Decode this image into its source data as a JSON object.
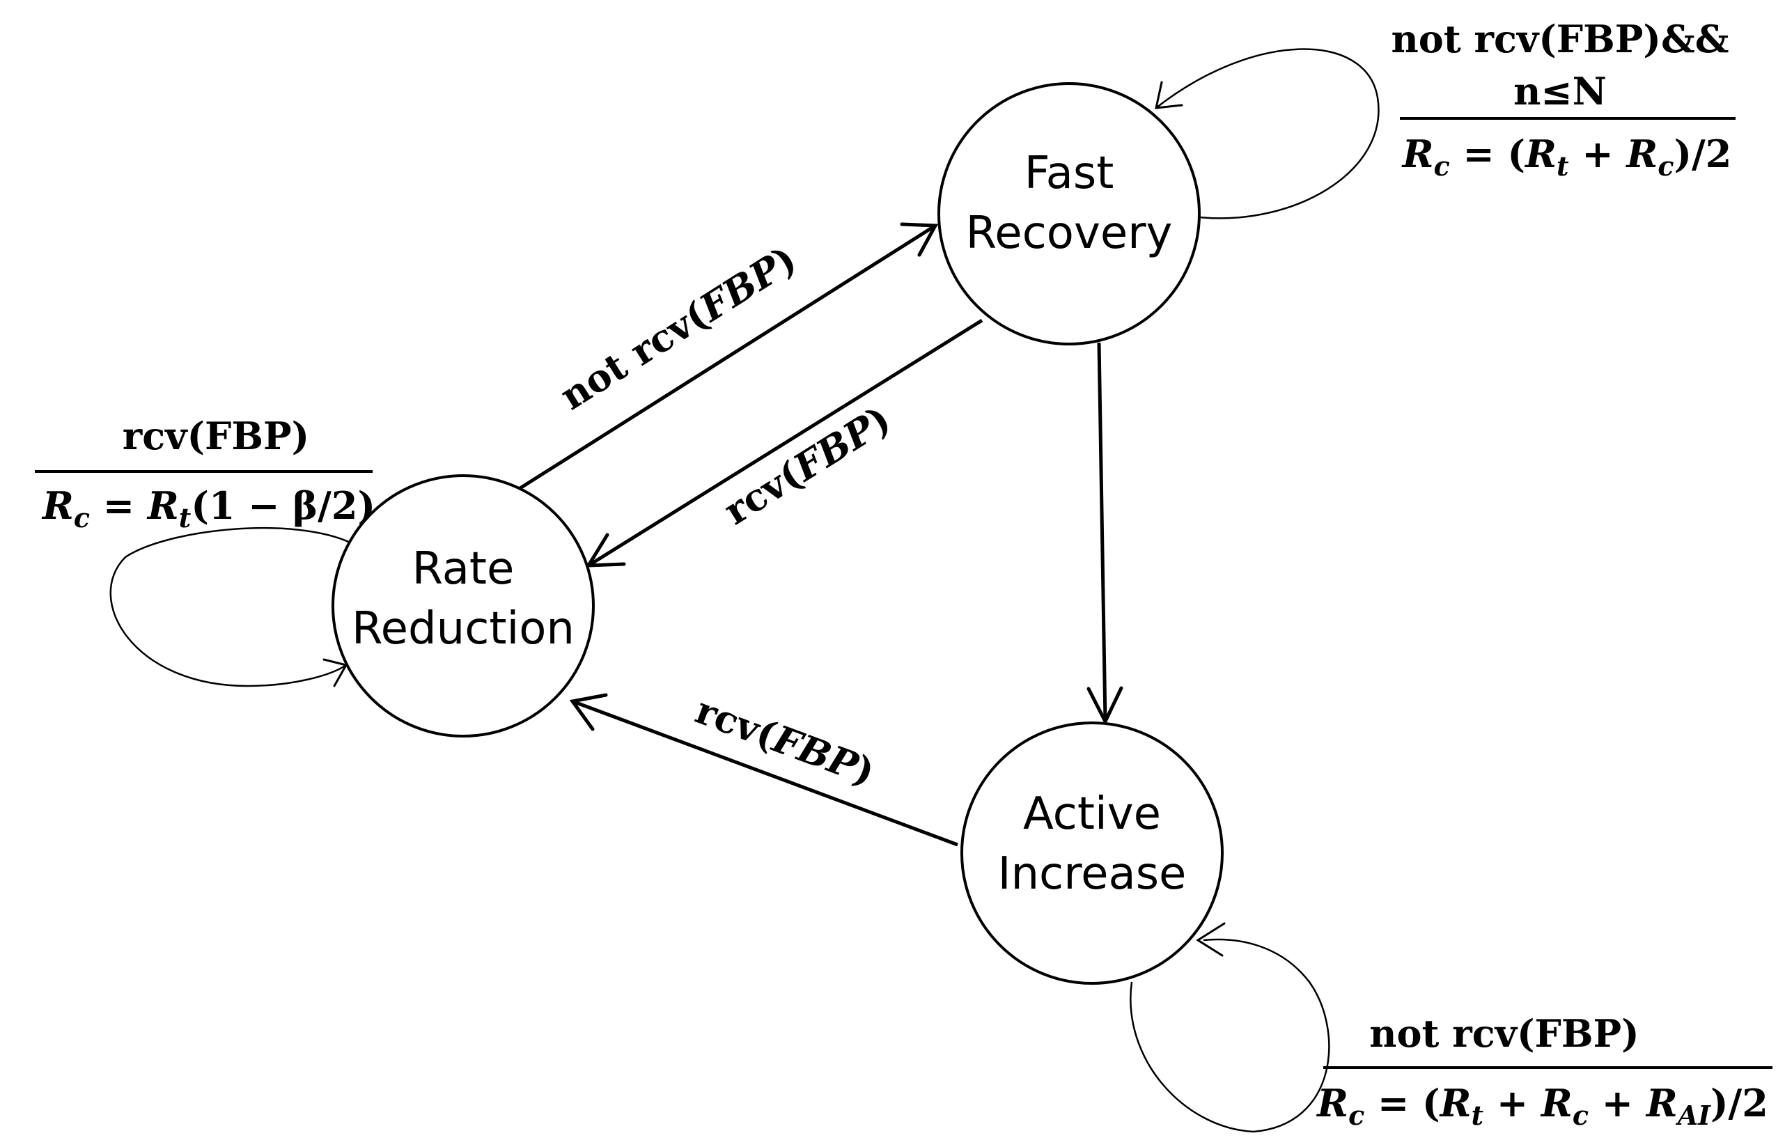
{
  "states": {
    "fast_recovery": {
      "line1": "Fast",
      "line2": "Recovery"
    },
    "rate_reduction": {
      "line1": "Rate",
      "line2": "Reduction"
    },
    "active_increase": {
      "line1": "Active",
      "line2": "Increase"
    }
  },
  "transitions": {
    "rr_to_fr": {
      "func": "not rcv",
      "open": "(",
      "arg": "FBP",
      "close": ")"
    },
    "fr_to_rr": {
      "func": "rcv",
      "open": "(",
      "arg": "FBP",
      "close": ")"
    },
    "ai_to_rr": {
      "func": "rcv",
      "open": "(",
      "arg": "FBP",
      "close": ")"
    }
  },
  "self_loops": {
    "rate_reduction": {
      "condition": "rcv(FBP)",
      "lhs": "R",
      "lhs_sub": "c",
      "eq": " = ",
      "r": "R",
      "r_sub": "t",
      "rest": "(1 − β/2)"
    },
    "fast_recovery": {
      "condition_line1": "not rcv(FBP)&&",
      "condition_line2": "n≤N",
      "lhs": "R",
      "lhs_sub": "c",
      "eq": " = (",
      "a": "R",
      "a_sub": "t",
      "plus": " + ",
      "b": "R",
      "b_sub": "c",
      "tail": ")/2"
    },
    "active_increase": {
      "condition": "not rcv(FBP)",
      "lhs": "R",
      "lhs_sub": "c",
      "eq": " = (",
      "a": "R",
      "a_sub": "t",
      "plus1": " + ",
      "b": "R",
      "b_sub": "c",
      "plus2": " + ",
      "c": "R",
      "c_sub": "AI",
      "tail": ")/2"
    }
  }
}
